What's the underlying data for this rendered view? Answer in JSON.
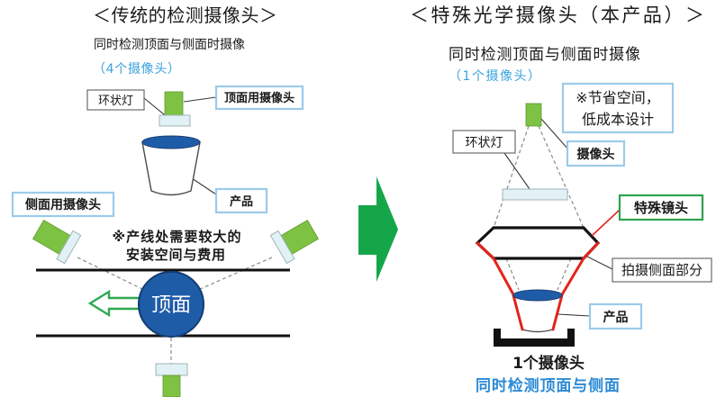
{
  "traditional": {
    "title": "＜传统的检测摄像头＞",
    "description": "同时检测顶面与侧面时摄像",
    "camera_count": "（4个摄像头）",
    "labels": {
      "ring_light": "环状灯",
      "top_camera": "顶面用摄像头",
      "product": "产品",
      "side_camera": "侧面用摄像头",
      "top_face": "顶面"
    },
    "note": [
      "※产线处需要较大的",
      "安装空间与费用"
    ]
  },
  "special": {
    "title": "＜特殊光学摄像头（本产品）＞",
    "description": "同时检测顶面与侧面时摄像",
    "camera_count": "（1个摄像头）",
    "note": [
      "※节省空间，",
      "低成本设计"
    ],
    "labels": {
      "camera": "摄像头",
      "ring_light": "环状灯",
      "special_lens": "特殊镜头",
      "side_capture": "拍摄侧面部分",
      "product": "产品"
    },
    "camera_total": "1个摄像头",
    "summary": "同时检测顶面与侧面"
  },
  "colors": {
    "camera_green": "#7dc243",
    "product_blue": "#1f5ca8",
    "highlight_blue": "#3aa2dc",
    "caption_blue": "#2b8ad5",
    "arrow_green": "#16a64a",
    "lens_red": "#e3241d",
    "label_border_blue": "#9ccaea",
    "label_border_green": "#2ca24e"
  }
}
